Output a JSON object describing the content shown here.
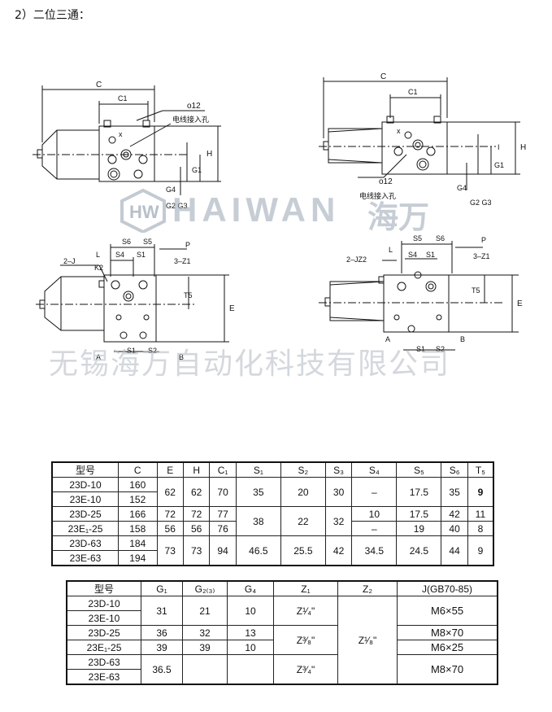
{
  "heading": "2）二位三通：",
  "watermark": {
    "brand_en": "HAIWAN",
    "brand_cn": "海万",
    "company": "无锡海万自动化科技有限公司"
  },
  "diagram_labels": {
    "C": "C",
    "C1": "C1",
    "o12": "o12",
    "wire": "电线接入孔",
    "x": "x",
    "H": "H",
    "I": "I",
    "G1": "G1",
    "G4": "G4",
    "G2G3": "G2 G3",
    "S6": "S6",
    "S5": "S5",
    "S4": "S4",
    "S1": "S1",
    "S2": "S2",
    "L": "L",
    "P": "P",
    "J2": "2–J",
    "JZ2": "2–JZ2",
    "K2": "K2",
    "Z1": "3–Z1",
    "T5": "T5",
    "E": "E",
    "A": "A",
    "B": "B"
  },
  "table1": {
    "headers": [
      "型号",
      "C",
      "E",
      "H",
      "C₁",
      "S₁",
      "S₂",
      "S₃",
      "S₄",
      "S₅",
      "S₆",
      "T₅"
    ],
    "rows": [
      [
        "23D-10",
        "160",
        "62",
        "62",
        "70",
        "35",
        "20",
        "30",
        "–",
        "17.5",
        "35",
        "9"
      ],
      [
        "23E-10",
        "152"
      ],
      [
        "23D-25",
        "166",
        "72",
        "72",
        "77",
        "38",
        "22",
        "32",
        "10",
        "17.5",
        "42",
        "11"
      ],
      [
        "23E₁-25",
        "158",
        "56",
        "56",
        "76",
        "–",
        "19",
        "40",
        "8"
      ],
      [
        "23D-63",
        "184",
        "73",
        "73",
        "94",
        "46.5",
        "25.5",
        "42",
        "34.5",
        "24.5",
        "44",
        "9"
      ],
      [
        "23E-63",
        "194"
      ]
    ]
  },
  "table2": {
    "headers": [
      "型号",
      "G₁",
      "G₂₍₃₎",
      "G₄",
      "Z₁",
      "Z₂",
      "J(GB70-85)"
    ],
    "rows": [
      [
        "23D-10",
        "31",
        "21",
        "10",
        "Z¹⁄₄\"",
        "Z¹⁄₈\"",
        "M6×55"
      ],
      [
        "23E-10"
      ],
      [
        "23D-25",
        "36",
        "32",
        "13",
        "Z³⁄₈\"",
        "M8×70"
      ],
      [
        "23E₁-25",
        "39",
        "39",
        "10",
        "M6×25"
      ],
      [
        "23D-63",
        "36.5",
        "",
        "",
        "Z³⁄₄\"",
        "M8×70"
      ],
      [
        "23E-63"
      ]
    ]
  }
}
